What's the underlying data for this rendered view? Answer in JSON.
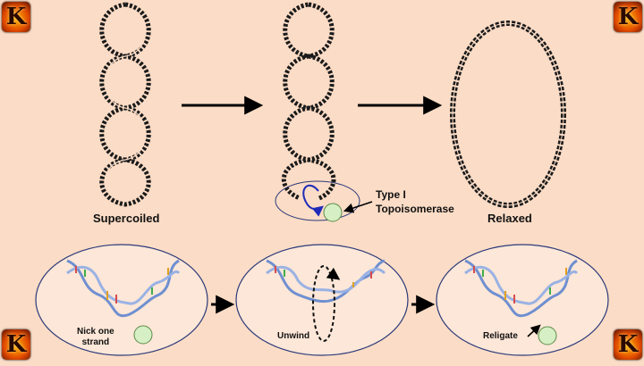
{
  "logo": {
    "letter": "K",
    "color_bg": "#e24a00"
  },
  "top_row": {
    "supercoiled_label": "Supercoiled",
    "relaxed_label": "Relaxed",
    "enzyme_label_line1": "Type I",
    "enzyme_label_line2": "Topoisomerase"
  },
  "bottom_row": {
    "step1_line1": "Nick one",
    "step1_line2": "strand",
    "step2_label": "Unwind",
    "step3_label": "Religate"
  },
  "colors": {
    "background": "#fbdcc6",
    "dna_strand": "#1a1a1a",
    "helix_backbone": "#6f8fd0",
    "enzyme": "#d6efc4",
    "curved_arrow": "#1f2bb8",
    "ellipse_fill": "#fde7d8"
  }
}
